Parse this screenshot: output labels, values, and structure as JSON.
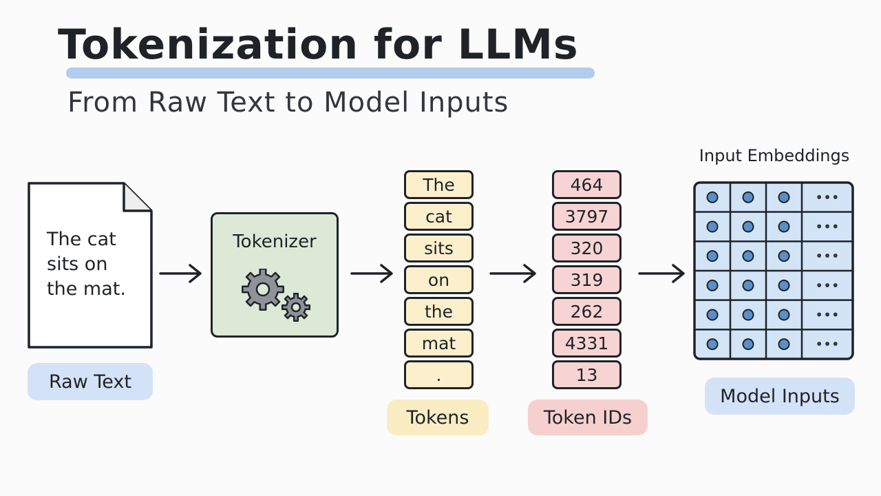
{
  "title": "Tokenization for LLMs",
  "subtitle": "From Raw Text to Model Inputs",
  "raw_text": {
    "lines": [
      "The cat",
      "sits on",
      "the mat."
    ],
    "label": "Raw Text"
  },
  "tokenizer": {
    "label": "Tokenizer",
    "icon": "gears-icon"
  },
  "tokens": {
    "items": [
      "The",
      "cat",
      "sits",
      "on",
      "the",
      "mat",
      "."
    ],
    "label": "Tokens"
  },
  "token_ids": {
    "items": [
      "464",
      "3797",
      "320",
      "319",
      "262",
      "4331",
      "13"
    ],
    "label": "Token IDs"
  },
  "embeddings": {
    "heading": "Input Embeddings",
    "rows": 6,
    "columns": 4,
    "ellipsis": "•••",
    "label": "Model Inputs"
  },
  "colors": {
    "raw_pill": "#d3e2f6",
    "tokenizer_fill": "#dbe9d6",
    "token_fill": "#fcf0cc",
    "token_id_fill": "#f7d4d3",
    "embedding_fill": "#d2e4f6",
    "embedding_dot": "#5b8fc9",
    "title_underline": "#a9c6ea"
  }
}
